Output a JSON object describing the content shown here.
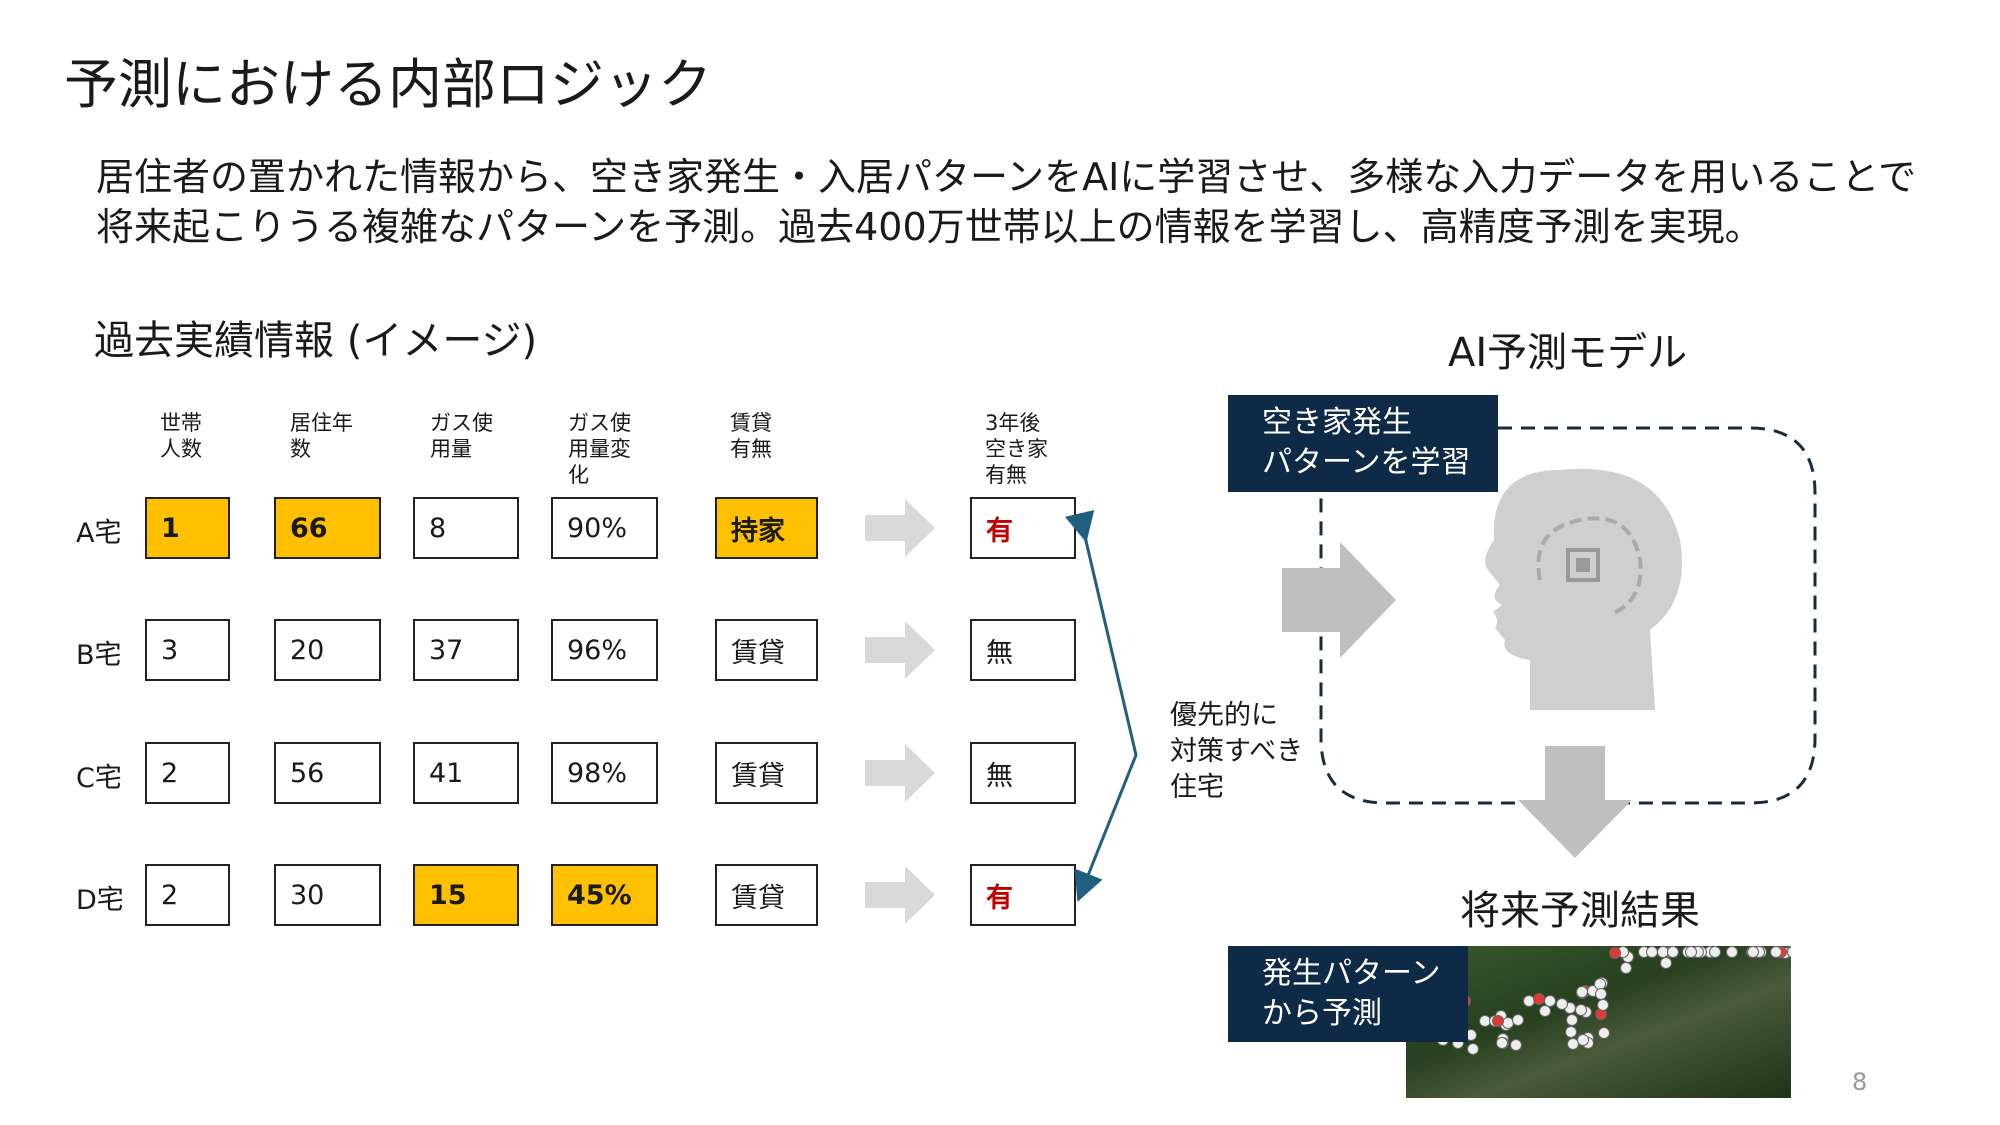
{
  "title": "予測における内部ロジック",
  "lead": [
    "居住者の置かれた情報から、空き家発生・入居パターンをAIに学習させ、多様な入力データを用いることで",
    "将来起こりうる複雑なパターンを予測。過去400万世帯以上の情報を学習し、高精度予測を実現。"
  ],
  "section_title": "過去実績情報 (イメージ)",
  "table": {
    "headers": [
      "世帯\n人数",
      "居住年\n数",
      "ガス使\n用量",
      "ガス使\n用量変\n化",
      "賃貸\n有無",
      "3年後\n空き家\n有無"
    ],
    "rows": [
      {
        "label": "A宅",
        "cells": [
          "1",
          "66",
          "8",
          "90%",
          "持家"
        ],
        "result": "有",
        "highlight": [
          true,
          true,
          false,
          false,
          true
        ],
        "result_highlight": true
      },
      {
        "label": "B宅",
        "cells": [
          "3",
          "20",
          "37",
          "96%",
          "賃貸"
        ],
        "result": "無",
        "highlight": [
          false,
          false,
          false,
          false,
          false
        ],
        "result_highlight": false
      },
      {
        "label": "C宅",
        "cells": [
          "2",
          "56",
          "41",
          "98%",
          "賃貸"
        ],
        "result": "無",
        "highlight": [
          false,
          false,
          false,
          false,
          false
        ],
        "result_highlight": false
      },
      {
        "label": "D宅",
        "cells": [
          "2",
          "30",
          "15",
          "45%",
          "賃貸"
        ],
        "result": "有",
        "highlight": [
          false,
          false,
          true,
          true,
          false
        ],
        "result_highlight": true
      }
    ]
  },
  "priority_label": "優先的に\n対策すべき\n住宅",
  "ai_model_title": "AI予測モデル",
  "learn_box": "空き家発生\nパターンを学習",
  "future_title": "将来予測結果",
  "predict_box": "発生パターン\nから予測",
  "page_number": "8",
  "colors": {
    "highlight": "#FFC000",
    "navy": "#0f2a47",
    "red": "#c00000",
    "bracket": "#1f5f7f"
  }
}
